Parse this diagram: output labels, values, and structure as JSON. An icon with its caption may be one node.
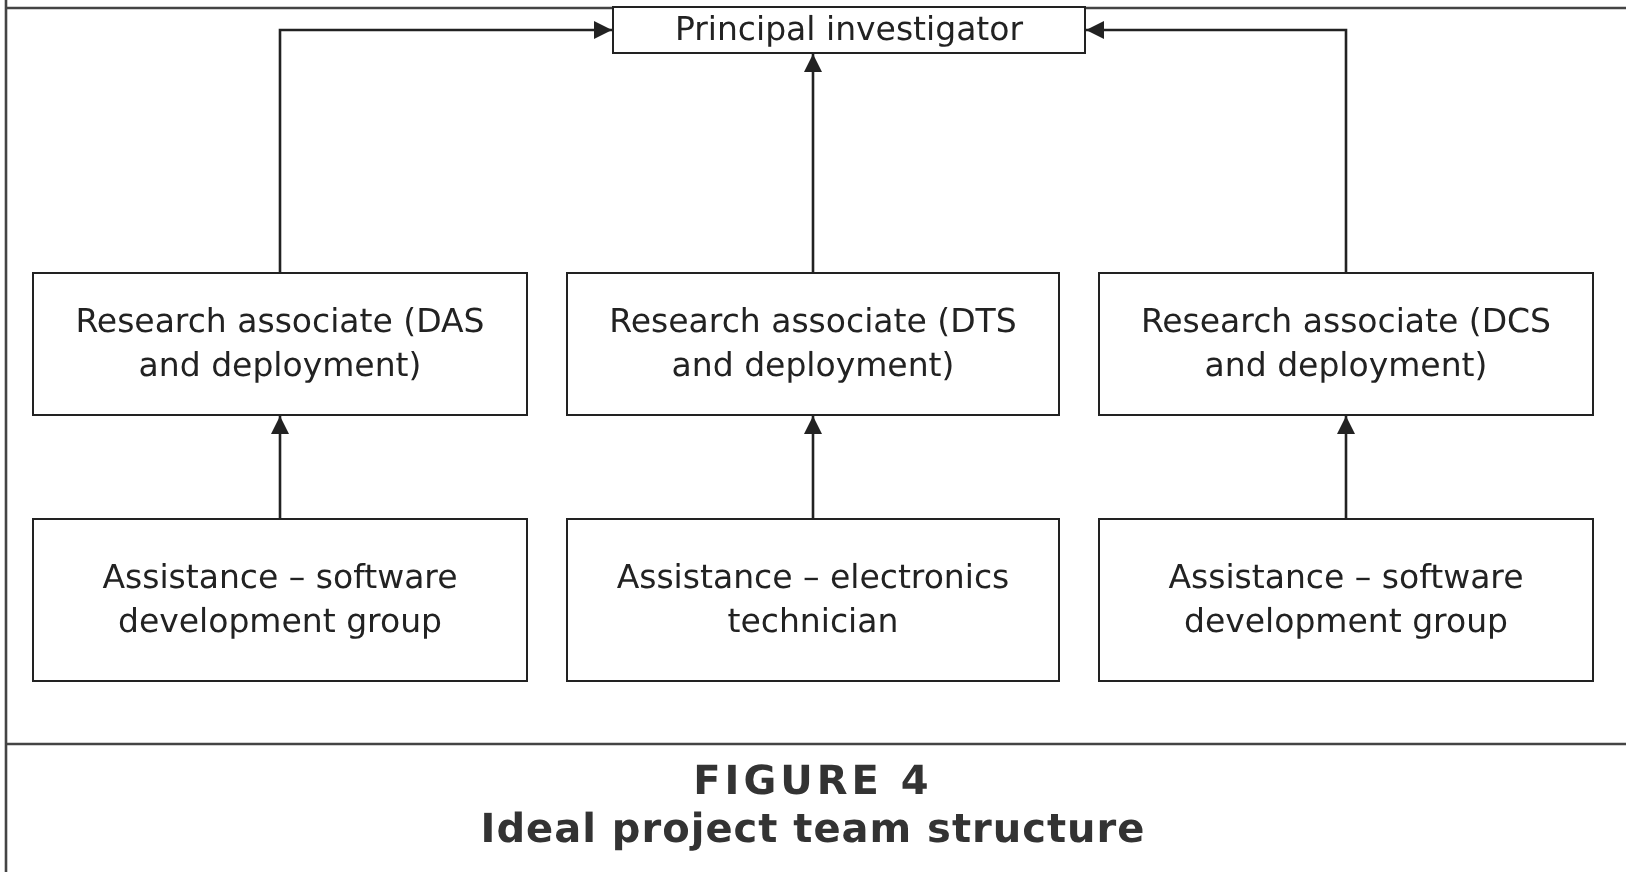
{
  "diagram": {
    "title": "FIGURE 4",
    "caption": "Ideal project team structure",
    "nodes": [
      {
        "text": [
          "Principal investigator"
        ]
      },
      {
        "text": [
          "Research associate (DAS and deployment)"
        ]
      },
      {
        "text": [
          "Research associate (DTS and deployment)"
        ]
      },
      {
        "text": [
          "Research associate (DCS and deployment)"
        ]
      },
      {
        "text": [
          "Assistance – software development group"
        ]
      },
      {
        "text": [
          "Assistance – electronics technician"
        ]
      },
      {
        "text": [
          "Assistance – software development group"
        ]
      }
    ],
    "edges": [
      {
        "from": 1,
        "to": 0,
        "arrow": "to"
      },
      {
        "from": 2,
        "to": 0,
        "arrow": "to"
      },
      {
        "from": 3,
        "to": 0,
        "arrow": "to"
      },
      {
        "from": 4,
        "to": 1,
        "arrow": "to"
      },
      {
        "from": 5,
        "to": 2,
        "arrow": "to"
      },
      {
        "from": 6,
        "to": 3,
        "arrow": "to"
      }
    ]
  }
}
